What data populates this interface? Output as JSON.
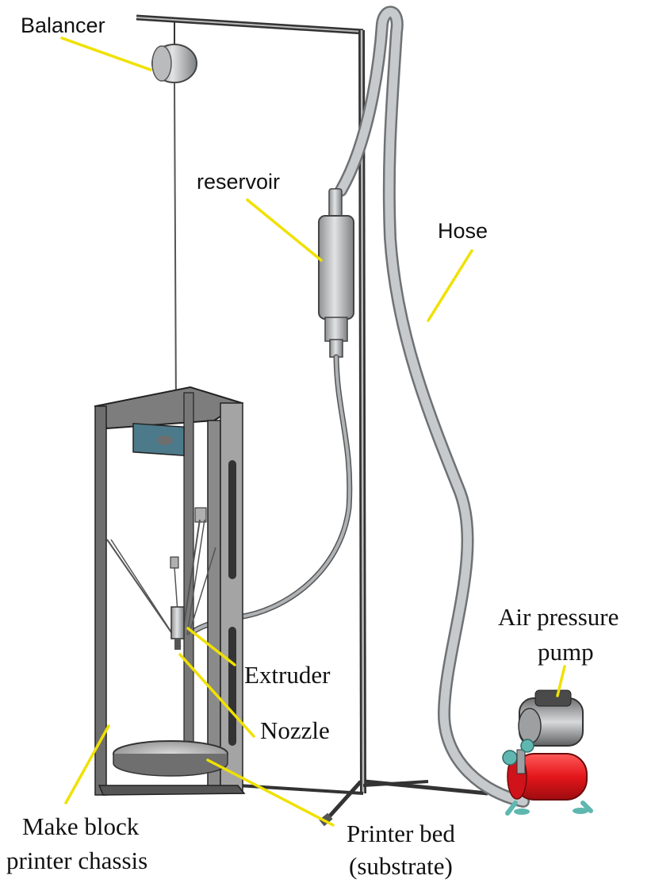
{
  "diagram": {
    "labels": {
      "balancer": "Balancer",
      "reservoir": "reservoir",
      "hose": "Hose",
      "pump_line1": "Air pressure",
      "pump_line2": "pump",
      "extruder": "Extruder",
      "nozzle": "Nozzle",
      "chassis_line1": "Make block",
      "chassis_line2": "printer chassis",
      "bed_line1": "Printer bed",
      "bed_line2": "(substrate)"
    },
    "colors": {
      "leader": "#f0e100",
      "frame": "#3a3a3a",
      "pump_tank": "#e4161b",
      "fitting": "#5fb7b0",
      "hose": "#b9bcbf",
      "metal": "#c8c8c8"
    }
  }
}
